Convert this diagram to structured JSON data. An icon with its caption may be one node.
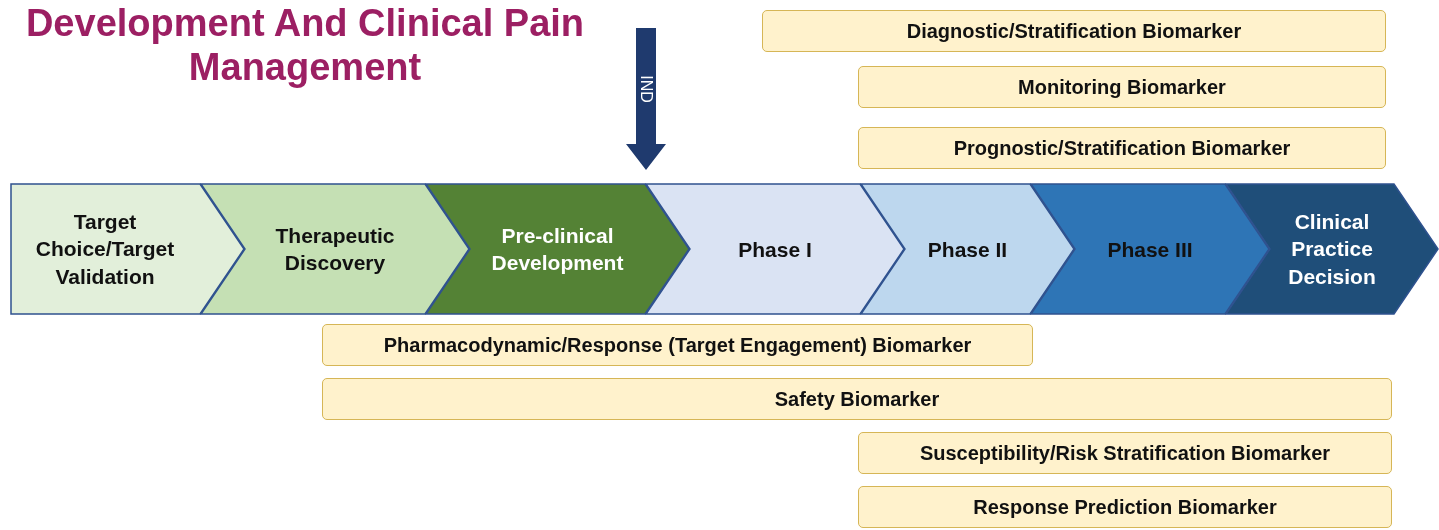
{
  "diagram": {
    "title": "Development And Clinical Pain Management",
    "nodes": [
      {
        "text": [
          "Target Choice/Target Validation"
        ]
      },
      {
        "text": [
          "Therapeutic Discovery"
        ]
      },
      {
        "text": [
          "Pre-clinical Development"
        ]
      },
      {
        "text": [
          "Phase I"
        ]
      },
      {
        "text": [
          "Phase II"
        ]
      },
      {
        "text": [
          "Phase III"
        ]
      },
      {
        "text": [
          "Clinical Practice Decision"
        ]
      },
      {
        "text": [
          "Diagnostic/Stratification Biomarker"
        ]
      },
      {
        "text": [
          "Monitoring Biomarker"
        ]
      },
      {
        "text": [
          "Prognostic/Stratification Biomarker"
        ]
      },
      {
        "text": [
          "Pharmacodynamic/Response (Target Engagement) Biomarker"
        ]
      },
      {
        "text": [
          "Safety Biomarker"
        ]
      },
      {
        "text": [
          "Susceptibility/Risk Stratification Biomarker"
        ]
      },
      {
        "text": [
          "Response Prediction Biomarker"
        ]
      }
    ],
    "edges": [],
    "labels": [
      "IND"
    ]
  }
}
